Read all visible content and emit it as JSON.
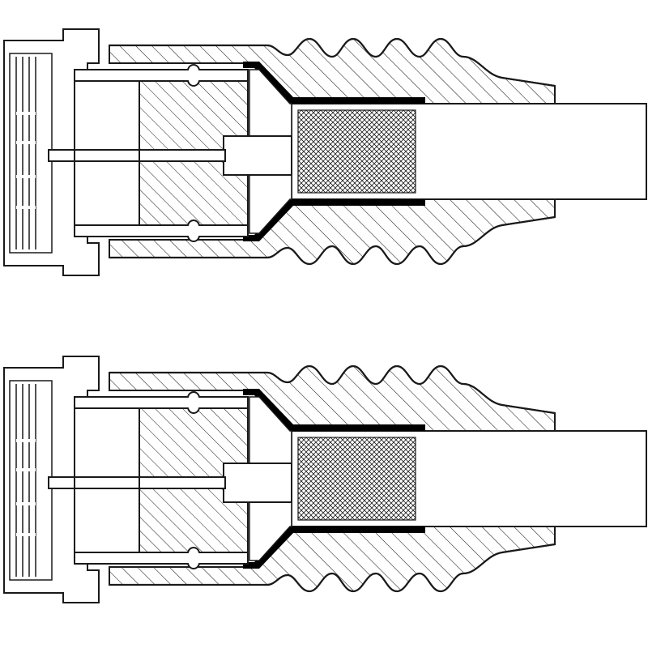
{
  "colors": {
    "background": "#ffffff",
    "line": "#1a1a1a",
    "fill": "#ffffff",
    "hatch": "#1a1a1a",
    "seal": "#000000"
  },
  "figures": [
    {
      "name": "connector-upper",
      "parts": [
        "f-nut",
        "contact-pin",
        "dielectric-insert",
        "crimp-sleeve",
        "braid-shield",
        "cable-jacket",
        "strain-relief-boot"
      ]
    },
    {
      "name": "connector-lower",
      "parts": [
        "f-nut",
        "contact-pin",
        "dielectric-insert",
        "crimp-sleeve",
        "braid-shield",
        "cable-jacket",
        "strain-relief-boot"
      ]
    }
  ]
}
